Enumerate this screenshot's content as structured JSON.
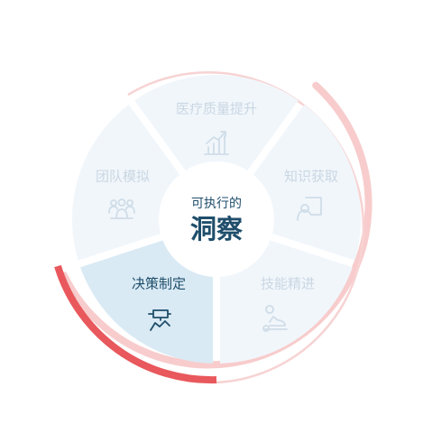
{
  "center": {
    "line1": "可执行的",
    "line2": "洞察"
  },
  "segments": [
    {
      "label": "医疗质量提升",
      "icon": "bar-chart-growth-icon",
      "active": false
    },
    {
      "label": "知识获取",
      "icon": "person-board-icon",
      "active": false
    },
    {
      "label": "技能精进",
      "icon": "person-massage-icon",
      "active": false
    },
    {
      "label": "决策制定",
      "icon": "person-vr-headset-icon",
      "active": true
    },
    {
      "label": "团队模拟",
      "icon": "team-people-icon",
      "active": false
    }
  ],
  "colors": {
    "segment_fill": "#f1f6fb",
    "segment_active_fill": "#d9eaf4",
    "label": "#c9d7e2",
    "label_active": "#1f4e6b",
    "icon": "#cfdde8",
    "icon_active": "#1f4e6b",
    "ring_light": "#f8cccc",
    "ring_dark": "#e8585c",
    "center_text": "#1f4e6b"
  }
}
